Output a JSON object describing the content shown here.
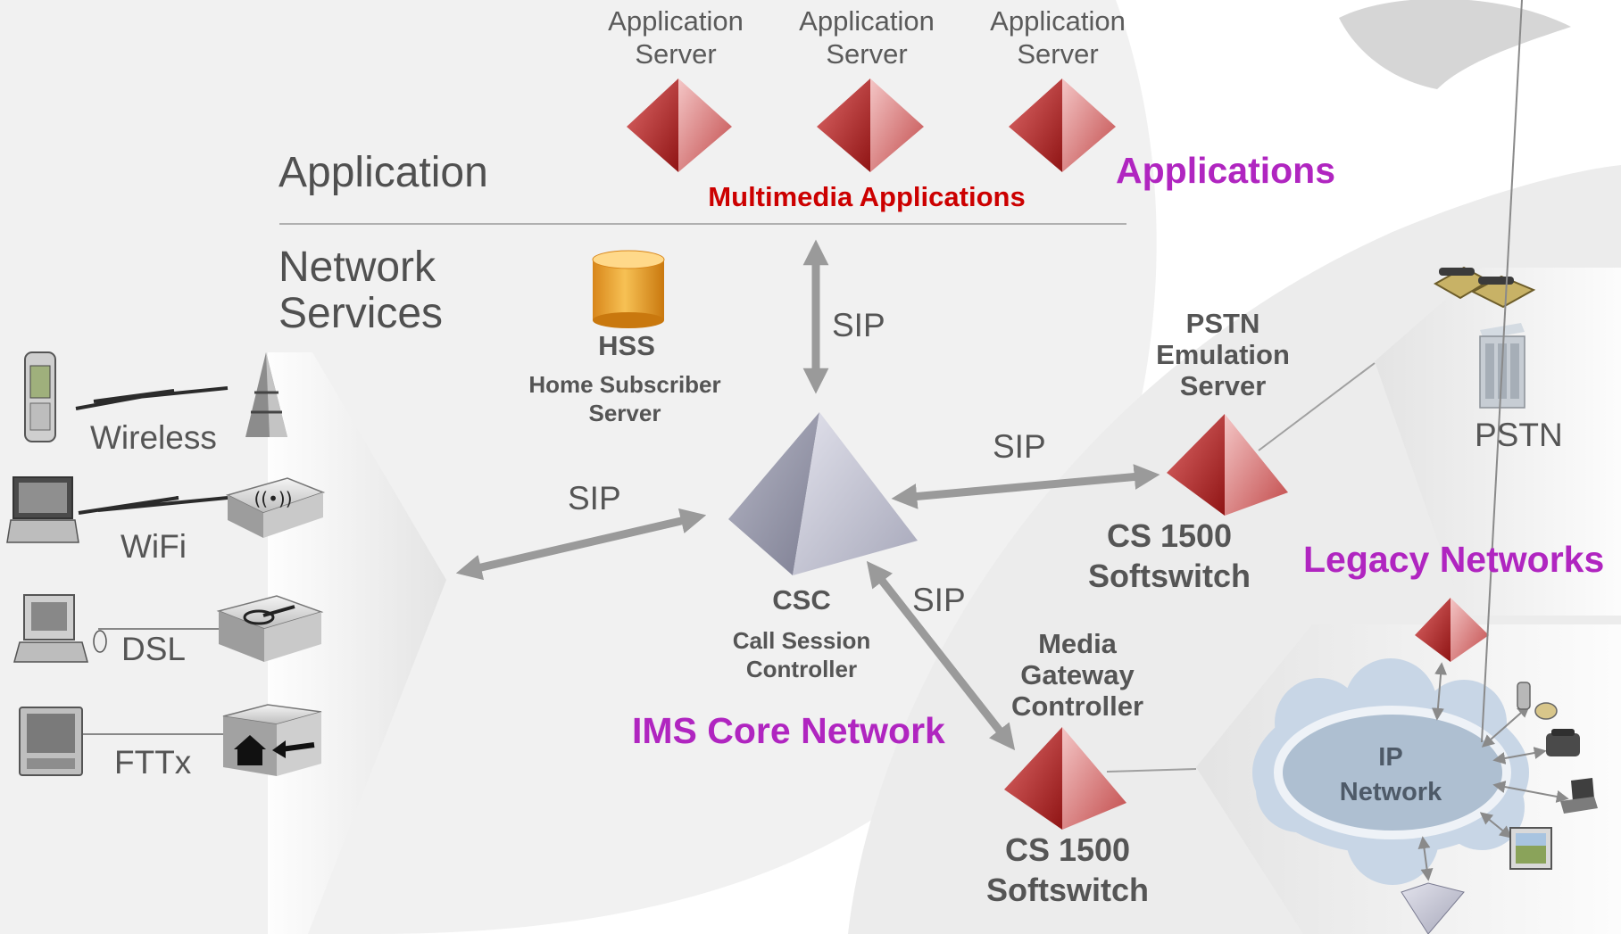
{
  "layers": {
    "application": "Application",
    "network_services": [
      "Network",
      "Services"
    ]
  },
  "app_servers": [
    [
      "Application",
      "Server"
    ],
    [
      "Application",
      "Server"
    ],
    [
      "Application",
      "Server"
    ]
  ],
  "multimedia_applications": "Multimedia Applications",
  "applications_heading": "Applications",
  "hss": {
    "title": "HSS",
    "subtitle": [
      "Home Subscriber",
      "Server"
    ]
  },
  "csc": {
    "title": "CSC",
    "subtitle": [
      "Call Session",
      "Controller"
    ]
  },
  "ims_core_network": "IMS Core Network",
  "sip_labels": [
    "SIP",
    "SIP",
    "SIP",
    "SIP"
  ],
  "pstn_emulation_server": [
    "PSTN",
    "Emulation",
    "Server"
  ],
  "cs1500_top": [
    "CS 1500",
    "Softswitch"
  ],
  "media_gateway_controller": [
    "Media",
    "Gateway",
    "Controller"
  ],
  "cs1500_bottom": [
    "CS 1500",
    "Softswitch"
  ],
  "pstn": "PSTN",
  "legacy_networks": "Legacy Networks",
  "ip_network": [
    "IP",
    "Network"
  ],
  "access": {
    "wireless": "Wireless",
    "wifi": "WiFi",
    "dsl": "DSL",
    "fttx": "FTTx"
  },
  "colors": {
    "accent_magenta": "#b025c0",
    "app_red": "#c0392b",
    "multimedia_red": "#cc0000",
    "sip_arrow_gray": "#9a9a9a",
    "csc_lavender": "#b9bace",
    "hss_orange": "#f0a21c",
    "ip_cloud_blue": "#c8d6e6"
  }
}
